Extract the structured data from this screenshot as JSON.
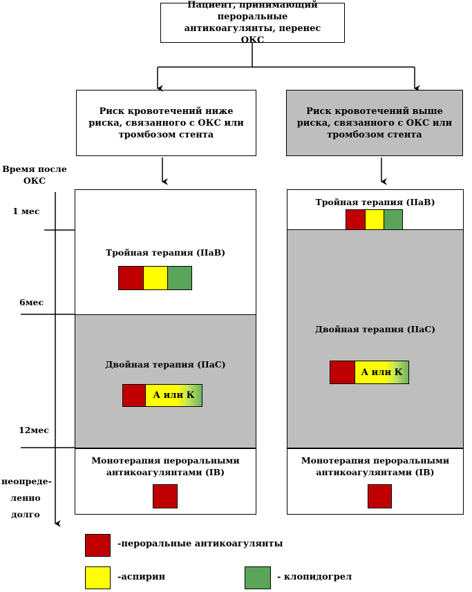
{
  "top_box": "Пациент, принимающий пероральные антикоагулянты, перенес ОКС",
  "left_box": "Риск кровотечений ниже риска, связанного с ОКС или тромбозом стента",
  "right_box": "Риск кровотечений выше риска, связанного с ОКС или тромбозом стента",
  "timeline": {
    "title": "Время после ОКС",
    "t1": "1 мес",
    "t6": "6мес",
    "t12": "12мес",
    "indef": "неопреде- ленно долго"
  },
  "left": {
    "triple": "Тройная терапия (IIaB)",
    "dual": "Двойная терапия (IIaC)",
    "mono": "Монотерапия пероральными антикоагулянтами (IB)",
    "a_or_k": "А или К"
  },
  "right": {
    "triple": "Тройная терапия (IIaB)",
    "dual": "Двойная терапия (IIaC)",
    "mono": "Монотерапия пероральными антикоагулянтами (IB)",
    "a_or_k": "А или К"
  },
  "legend": {
    "anticoag": "-пероральные антикоагулянты",
    "aspirin": "-аспирин",
    "clopidogrel": "- клопидогрел"
  },
  "colors": {
    "red": "#c00000",
    "yellow": "#ffff00",
    "green": "#5aa55a",
    "gray": "#bebebe"
  }
}
